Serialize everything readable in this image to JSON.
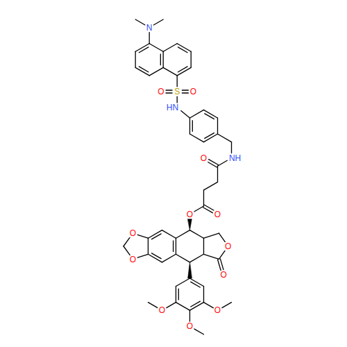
{
  "diagram": {
    "labels": [
      "N",
      "S",
      "O",
      "O",
      "HN",
      "O",
      "NH",
      "O",
      "O",
      "O",
      "O",
      "O",
      "O",
      "O",
      "O",
      "O"
    ]
  }
}
